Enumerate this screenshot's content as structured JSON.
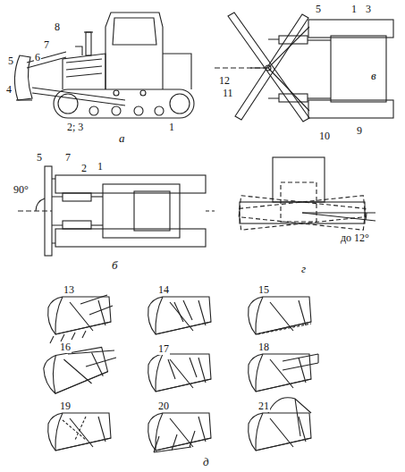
{
  "diagram": {
    "labels": [
      "8",
      "7",
      "6",
      "5",
      "4",
      "2; 3",
      "а",
      "1",
      "5",
      "7",
      "1",
      "2",
      "90°",
      "б",
      "5",
      "1",
      "3",
      "12",
      "11",
      "9",
      "10",
      "в",
      "до 12°",
      "г",
      "13",
      "14",
      "15",
      "16",
      "17",
      "18",
      "19",
      "20",
      "21",
      "д"
    ]
  }
}
